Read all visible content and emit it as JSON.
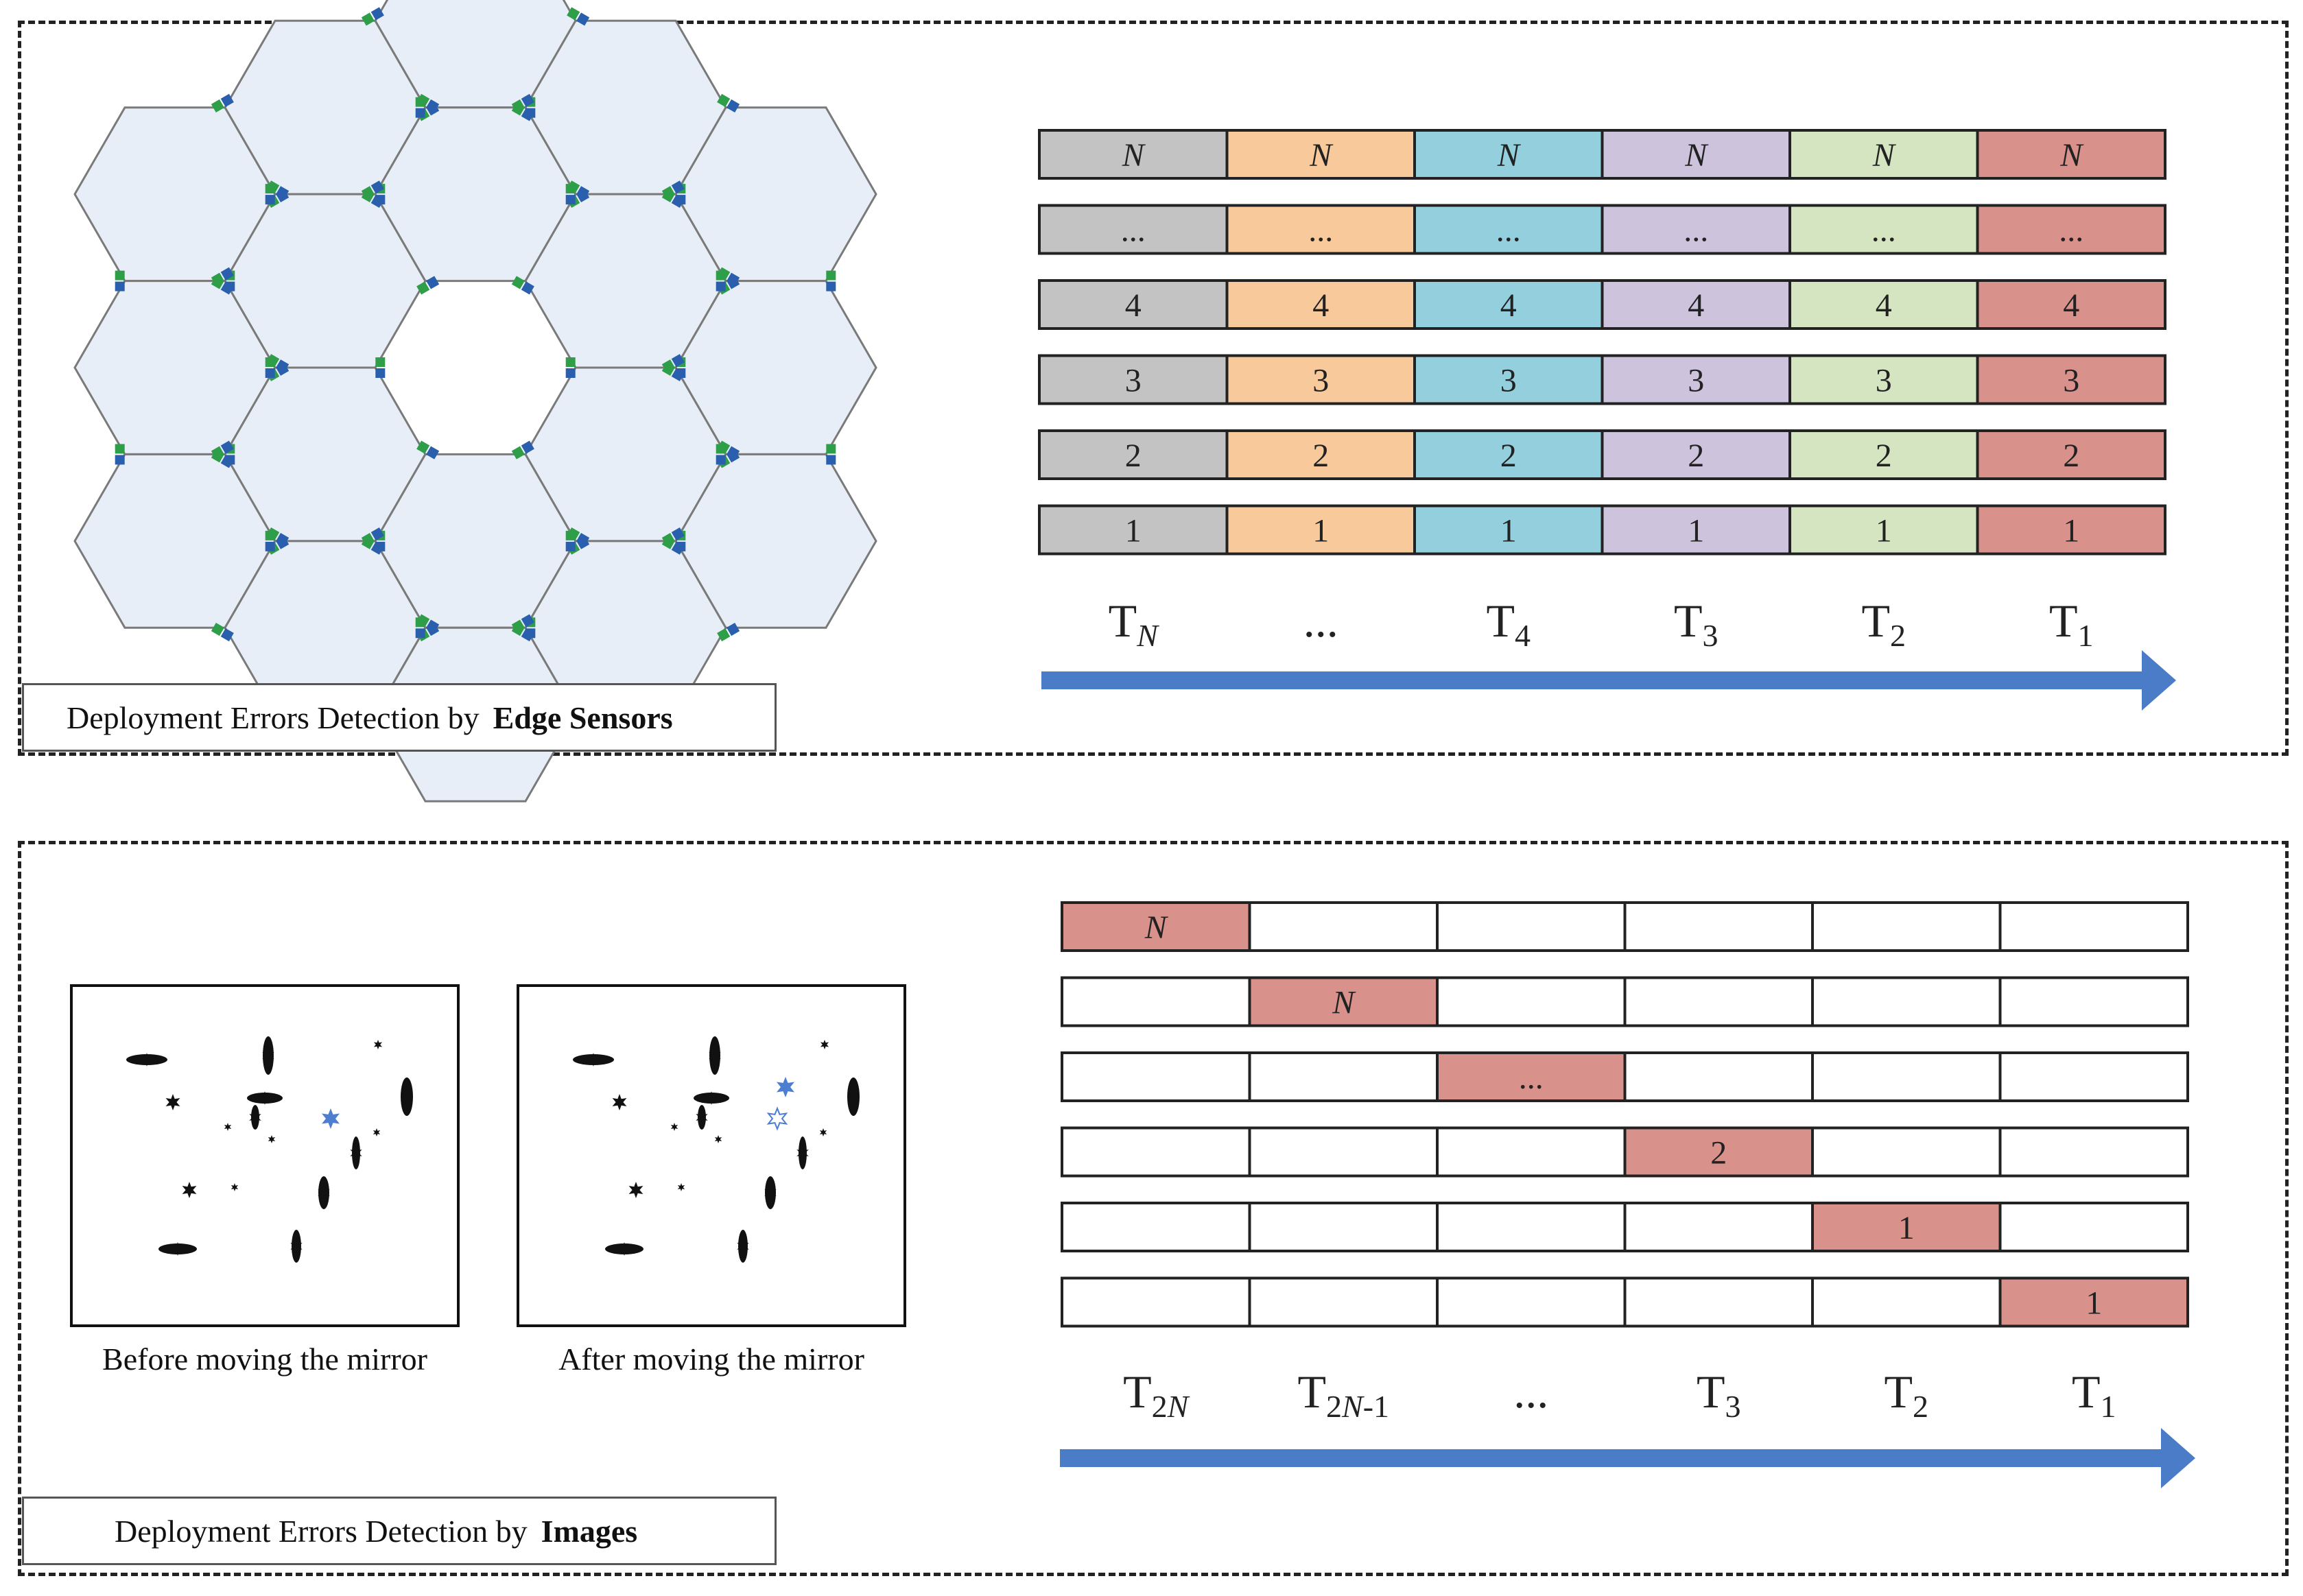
{
  "colors": {
    "hex_fill": "#e8eef7",
    "hex_stroke": "#7a7a7a",
    "sensor_green": "#2e9e48",
    "sensor_blue": "#2a5fae",
    "arrow_blue": "#4a7cc7",
    "cell_border": "#222222",
    "highlight_red": "#d9918c",
    "star_highlight": "#4d7ed0",
    "column_colors": [
      "#c3c3c3",
      "#f7c99b",
      "#93cfdc",
      "#cdc3dd",
      "#d6e5c1",
      "#d9918c"
    ]
  },
  "top_panel": {
    "caption_prefix": "Deployment Errors Detection  by",
    "caption_bold": "Edge Sensors",
    "hexagon_icon": "segmented-mirror-icon",
    "grid": {
      "rows": [
        [
          "N",
          "N",
          "N",
          "N",
          "N",
          "N"
        ],
        [
          "...",
          "...",
          "...",
          "...",
          "...",
          "..."
        ],
        [
          "4",
          "4",
          "4",
          "4",
          "4",
          "4"
        ],
        [
          "3",
          "3",
          "3",
          "3",
          "3",
          "3"
        ],
        [
          "2",
          "2",
          "2",
          "2",
          "2",
          "2"
        ],
        [
          "1",
          "1",
          "1",
          "1",
          "1",
          "1"
        ]
      ],
      "italic_row": 0
    },
    "time_labels": [
      {
        "base": "T",
        "sub": "N",
        "sub_italic": true
      },
      {
        "base": "...",
        "sub": "",
        "sub_italic": false
      },
      {
        "base": "T",
        "sub": "4",
        "sub_italic": false
      },
      {
        "base": "T",
        "sub": "3",
        "sub_italic": false
      },
      {
        "base": "T",
        "sub": "2",
        "sub_italic": false
      },
      {
        "base": "T",
        "sub": "1",
        "sub_italic": false
      }
    ],
    "arrow_icon": "time-arrow-icon"
  },
  "bottom_panel": {
    "caption_prefix": "Deployment Errors Detection  by",
    "caption_bold": "Images",
    "before_caption": "Before moving the mirror",
    "after_caption": "After moving the mirror",
    "grid": {
      "highlights": [
        {
          "row": 0,
          "col": 0,
          "text": "N",
          "italic": true
        },
        {
          "row": 1,
          "col": 1,
          "text": "N",
          "italic": true
        },
        {
          "row": 2,
          "col": 2,
          "text": "...",
          "italic": false
        },
        {
          "row": 3,
          "col": 3,
          "text": "2",
          "italic": false
        },
        {
          "row": 4,
          "col": 4,
          "text": "1",
          "italic": false
        },
        {
          "row": 5,
          "col": 5,
          "text": "1",
          "italic": false
        }
      ],
      "rows": 6,
      "cols": 6
    },
    "time_labels": [
      {
        "base": "T",
        "sub_parts": [
          {
            "t": "2",
            "i": false
          },
          {
            "t": "N",
            "i": true
          }
        ]
      },
      {
        "base": "T",
        "sub_parts": [
          {
            "t": "2",
            "i": false
          },
          {
            "t": "N",
            "i": true
          },
          {
            "t": "-1",
            "i": false
          }
        ]
      },
      {
        "base": "...",
        "sub_parts": []
      },
      {
        "base": "T",
        "sub_parts": [
          {
            "t": "3",
            "i": false
          }
        ]
      },
      {
        "base": "T",
        "sub_parts": [
          {
            "t": "2",
            "i": false
          }
        ]
      },
      {
        "base": "T",
        "sub_parts": [
          {
            "t": "1",
            "i": false
          }
        ]
      }
    ],
    "arrow_icon": "time-arrow-icon",
    "star_icon": "star-spot-icon"
  }
}
